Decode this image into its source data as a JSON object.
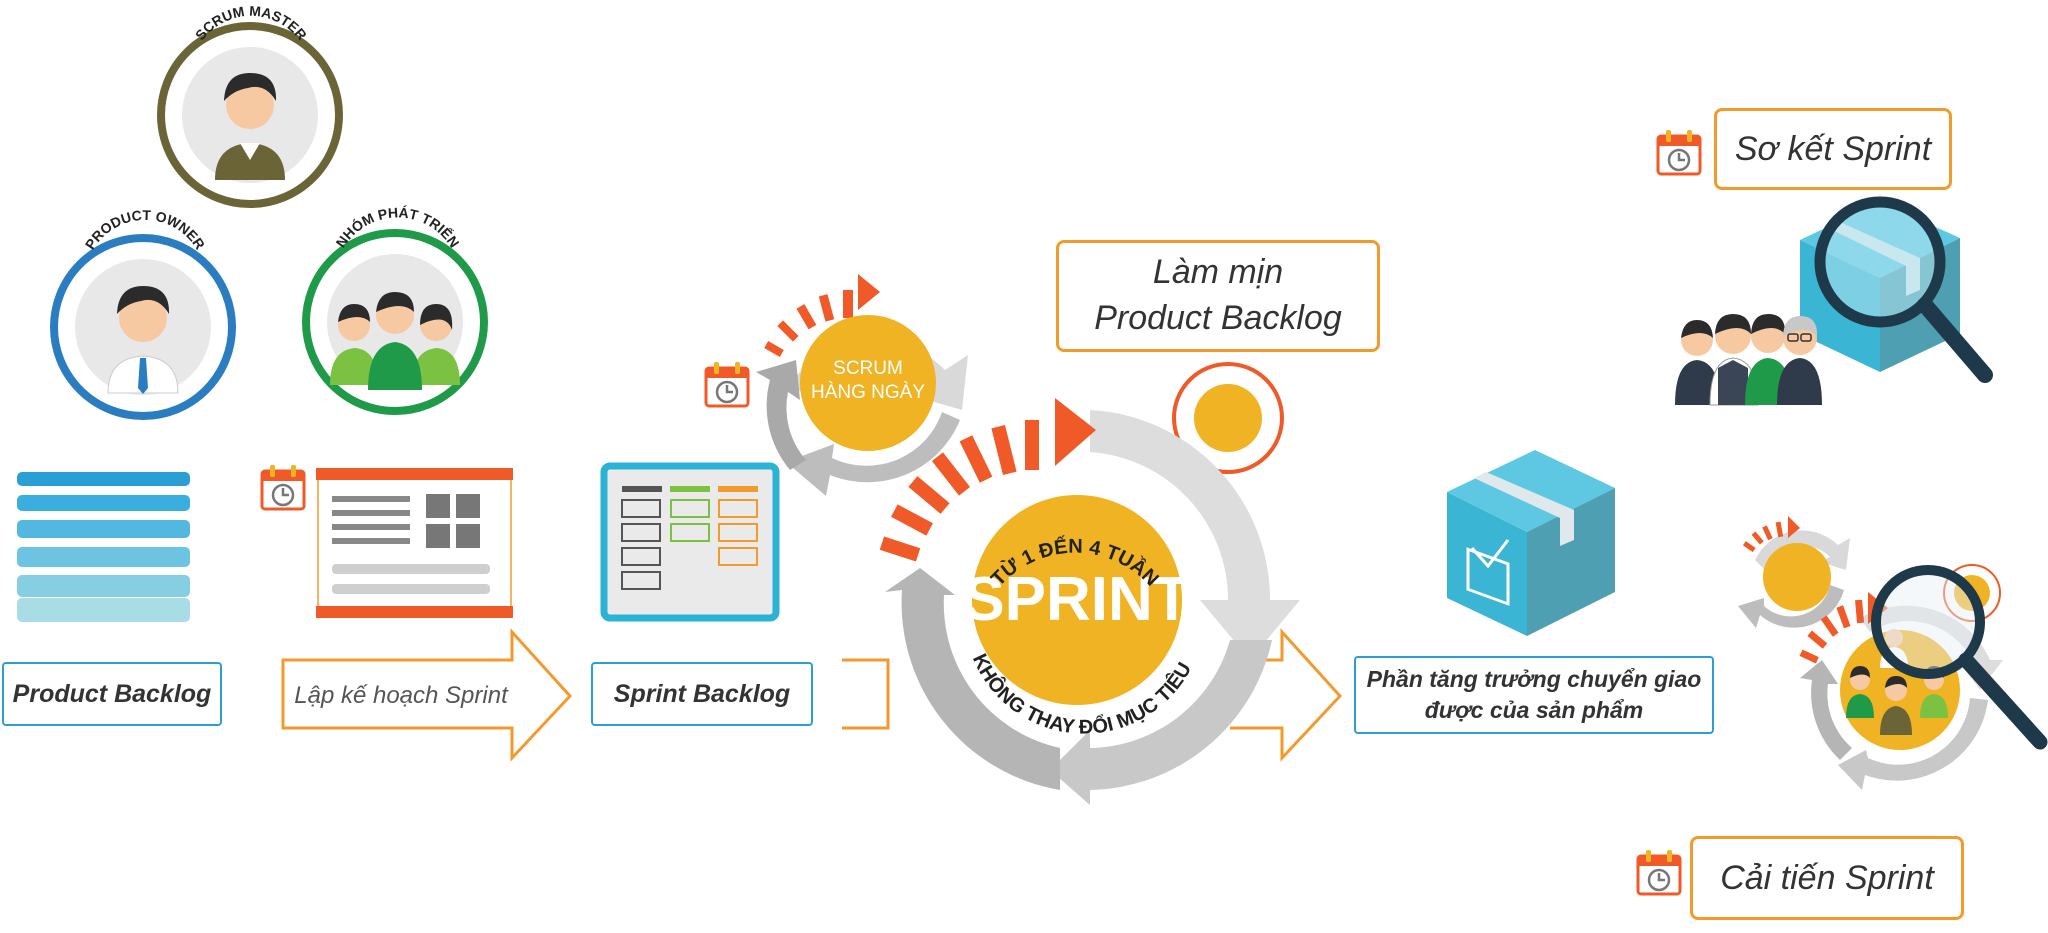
{
  "colors": {
    "orange": "#f39a2c",
    "red_orange": "#ef5a28",
    "yellow": "#f0b323",
    "blue": "#2a9fd6",
    "cyan": "#3ab6d4",
    "green": "#1f9a48",
    "olive": "#6b6436",
    "gray": "#c8c8c8"
  },
  "roles": {
    "scrum_master": "SCRUM MASTER",
    "product_owner": "PRODUCT OWNER",
    "dev_team": "NHÓM PHÁT TRIỂN"
  },
  "flow": {
    "product_backlog": "Product Backlog",
    "sprint_planning": "Lập kế hoạch Sprint",
    "sprint_backlog": "Sprint Backlog",
    "daily_scrum_line1": "SCRUM",
    "daily_scrum_line2": "HÀNG NGÀY",
    "refinement_line1": "Làm mịn",
    "refinement_line2": "Product Backlog",
    "sprint_title": "SPRINT",
    "sprint_duration": "TỪ 1 ĐẾN 4 TUẦN",
    "sprint_goal": "KHÔNG THAY ĐỔI MỤC TIÊU",
    "increment_line1": "Phần tăng trưởng chuyển giao",
    "increment_line2": "được của sản phẩm",
    "sprint_review": "Sơ kết Sprint",
    "sprint_retro": "Cải tiến Sprint"
  },
  "icons": [
    "person-icon",
    "team-icon",
    "calendar-icon",
    "box-icon",
    "magnifier-icon",
    "document-icon",
    "kanban-board-icon",
    "cycle-arrow-icon"
  ]
}
